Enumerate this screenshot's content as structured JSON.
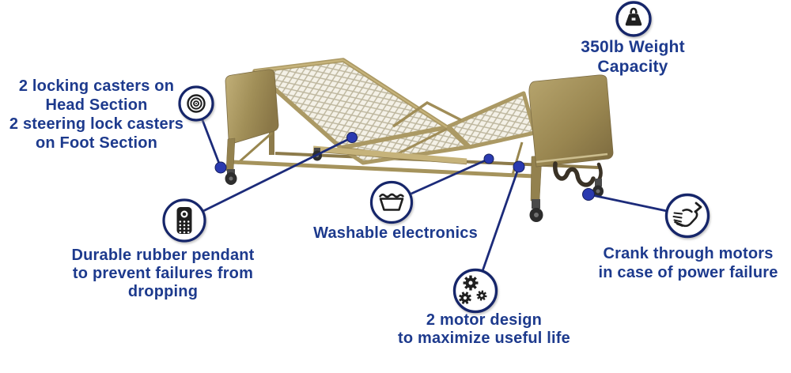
{
  "page": {
    "background": "#ffffff",
    "description": "Infographic of a tan semi-electric hospital bed with six annotated feature callouts"
  },
  "colors": {
    "text": "#1d3a8d",
    "connector_line": "#1c2b7a",
    "marker_dot": "#2a3ab0",
    "circle_stroke": "#15256b",
    "icon": "#1f1f1f",
    "bed_tan": "#a5935c",
    "bed_panel_light": "#c2b079",
    "bed_panel_dark": "#8a7747",
    "mesh_background": "#f4f1e7"
  },
  "callouts": [
    {
      "id": "casters",
      "icon": "caster-wheel-icon",
      "label": "2 locking casters on\nHead Section\n2 steering lock casters\non Foot Section"
    },
    {
      "id": "weight",
      "icon": "weight-icon",
      "label": "350lb Weight\nCapacity"
    },
    {
      "id": "pendant",
      "icon": "pendant-remote-icon",
      "label": "Durable rubber pendant\nto prevent failures from\ndropping"
    },
    {
      "id": "washable",
      "icon": "wash-tub-icon",
      "label": "Washable electronics"
    },
    {
      "id": "motors",
      "icon": "gears-icon",
      "label": "2 motor design\nto maximize useful life"
    },
    {
      "id": "crank",
      "icon": "hand-crank-icon",
      "label": "Crank through motors\nin case of power failure"
    }
  ],
  "icons": {
    "caster-wheel-icon": "concentric circles (caster wheel)",
    "weight-icon": "kettlebell scale weight",
    "pendant-remote-icon": "handheld pendant remote with button grid",
    "wash-tub-icon": "wash tub with water wave",
    "gears-icon": "three meshing gears",
    "hand-crank-icon": "hand turning a crank handle"
  }
}
